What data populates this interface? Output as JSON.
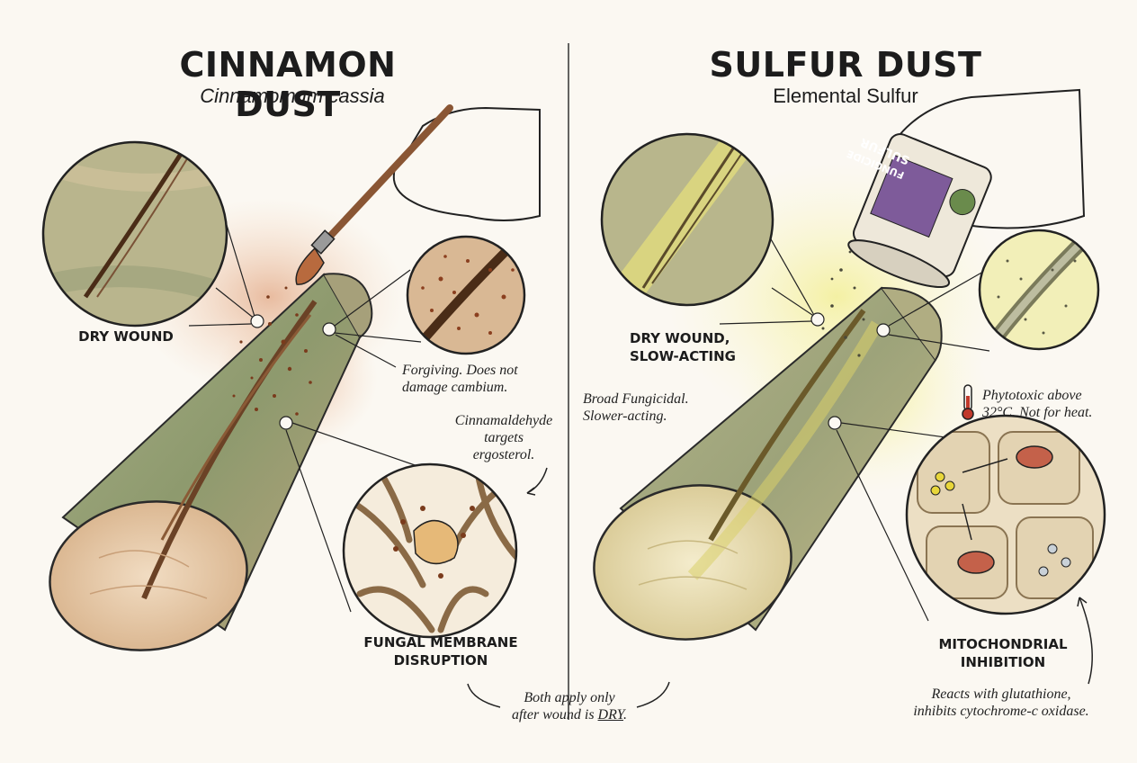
{
  "left": {
    "title": "CINNAMON DUST",
    "subtitle": "Cinnamomum cassia",
    "labels": {
      "dry_wound": "DRY WOUND",
      "membrane_1": "FUNGAL MEMBRANE",
      "membrane_2": "DISRUPTION"
    },
    "notes": {
      "forgiving_1": "Forgiving. Does not",
      "forgiving_2": "damage cambium.",
      "cinnamaldehyde_1": "Cinnamaldehyde",
      "cinnamaldehyde_2": "targets",
      "cinnamaldehyde_3": "ergosterol."
    }
  },
  "right": {
    "title": "SULFUR DUST",
    "subtitle": "Elemental Sulfur",
    "labels": {
      "dry_wound_1": "DRY WOUND,",
      "dry_wound_2": "SLOW-ACTING",
      "mito_1": "MITOCHONDRIAL",
      "mito_2": "INHIBITION"
    },
    "notes": {
      "broad_1": "Broad Fungicidal.",
      "broad_2": "Slower-acting.",
      "phyto_1": "Phytotoxic above",
      "phyto_2": "32°C. Not for heat.",
      "reacts_1": "Reacts with glutathione,",
      "reacts_2": "inhibits cytochrome-c oxidase."
    },
    "container_label": {
      "line1": "SULFUR",
      "line2": "FUNGICIDE"
    }
  },
  "shared_note": {
    "line1": "Both apply only",
    "line2_prefix": "after wound is ",
    "line2_emphasis": "DRY",
    "line2_suffix": "."
  },
  "colors": {
    "cinnamon": "#b8653a",
    "sulfur": "#e6e070",
    "bark": "#8d9a6c",
    "wood": "#e7c9a6",
    "ink": "#1c1c1c"
  }
}
